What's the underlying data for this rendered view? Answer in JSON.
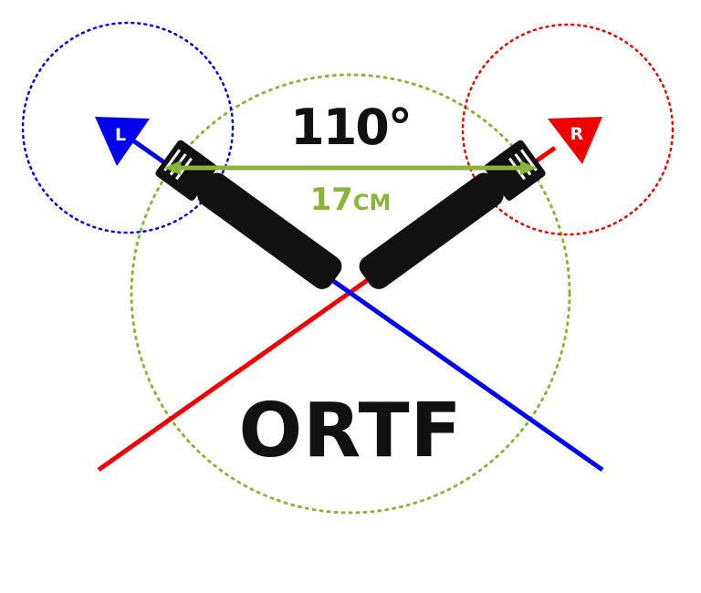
{
  "diagram": {
    "title": "ORTF",
    "angle": "110°",
    "distance_value": "17",
    "distance_unit": "CM",
    "left_channel": "L",
    "right_channel": "R"
  },
  "colors": {
    "left": "#0000ee",
    "right": "#ee0000",
    "spacing": "#8cb43a",
    "microphone": "#111111",
    "text": "#111111"
  },
  "icons": {
    "left_mic": "microphone-icon",
    "right_mic": "microphone-icon"
  }
}
